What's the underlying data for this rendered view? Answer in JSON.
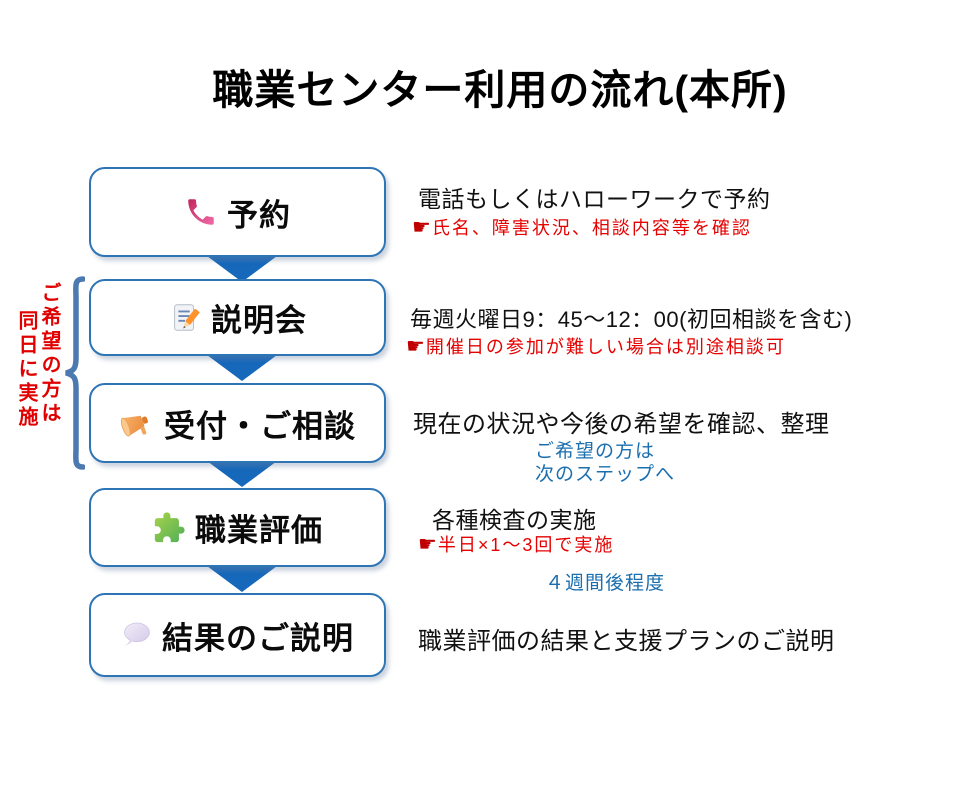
{
  "title": "職業センター利用の流れ(本所)",
  "pointer_glyph": "☛",
  "side_annotation": {
    "line1": "ご希望の方は",
    "line2": "同日に実施"
  },
  "steps": [
    {
      "label": "予約",
      "icon": "phone-icon",
      "desc": "電話もしくはハローワークで予約",
      "note": "氏名、障害状況、相談内容等を確認"
    },
    {
      "label": "説明会",
      "icon": "memo-pencil-icon",
      "desc": "毎週火曜日9：45～12：00(初回相談を含む)",
      "note": "開催日の参加が難しい場合は別途相談可"
    },
    {
      "label": "受付・ご相談",
      "icon": "megaphone-icon",
      "desc": "現在の状況や今後の希望を確認、整理"
    },
    {
      "label": "職業評価",
      "icon": "puzzle-icon",
      "desc": "各種検査の実施",
      "note": "半日×1～3回で実施"
    },
    {
      "label": "結果のご説明",
      "icon": "speech-bubble-icon",
      "desc": "職業評価の結果と支援プランのご説明"
    }
  ],
  "transitions": {
    "to_evaluation_line1": "ご希望の方は",
    "to_evaluation_line2": "次のステップへ",
    "to_result": "４週間後程度"
  },
  "colors": {
    "box_border": "#2e75b6",
    "arrow_blue": "#1668bb",
    "brace_blue": "#4b79b0",
    "note_red": "#e60000",
    "pointer_red": "#c00000",
    "note_blue": "#1b6fae",
    "side_note_red": "#e00000",
    "text_black": "#111111"
  }
}
